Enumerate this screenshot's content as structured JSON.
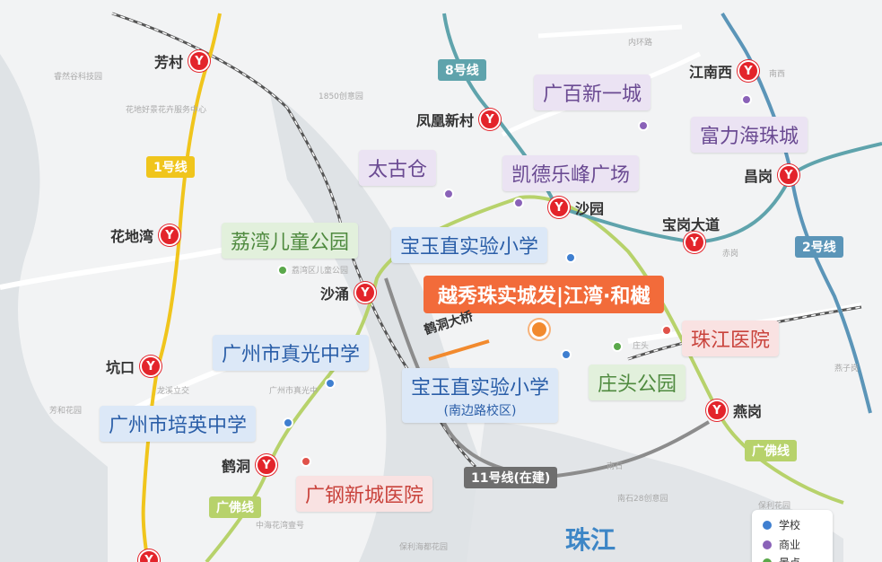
{
  "colors": {
    "line1": "#f0c51c",
    "line2": "#5b95b8",
    "line8": "#5fa3ac",
    "line11": "#8c8c8c",
    "guangfo": "#b7d26b",
    "school": "#3f7fd0",
    "shop": "#8a62b8",
    "park": "#5aa84a",
    "hospital": "#e0524a",
    "project": "#f26b3a",
    "river": "#3d86c6"
  },
  "stations": {
    "fangcun": "芳村",
    "huadiwan": "花地湾",
    "kengkou": "坑口",
    "hedong": "鹤洞",
    "shachong": "沙涌",
    "fenghuangxincun": "凤凰新村",
    "shayuan": "沙园",
    "jiangnanxi": "江南西",
    "changgang": "昌岗",
    "baogangdadao": "宝岗大道",
    "yangang": "燕岗"
  },
  "metro_icon": "metro-logo-icon",
  "lines": {
    "line1": "1号线",
    "line8": "8号线",
    "line2": "2号线",
    "guangfo_left": "广佛线",
    "guangfo_right": "广佛线",
    "line11": "11号线(在建)"
  },
  "pois": {
    "guangbai": "广百新一城",
    "fulihai": "富力海珠城",
    "taigucang": "太古仓",
    "kaide": "凯德乐峰广场",
    "liwan_park": "荔湾儿童公园",
    "baoyu_school": "宝玉直实验小学",
    "zhenguang": "广州市真光中学",
    "peiying": "广州市培英中学",
    "baoyu_nanbian": "宝玉直实验小学",
    "baoyu_nanbian_sub": "(南边路校区)",
    "zhuangtou": "庄头公园",
    "zhujiang_hospital": "珠江医院",
    "ganggang_hospital": "广钢新城医院"
  },
  "project": "越秀珠实城发|江湾·和樾",
  "bridge": "鹤洞大桥",
  "river": "珠江",
  "legend": {
    "school": "学校",
    "shop": "商业",
    "scenic": "景点"
  },
  "faint_labels": {
    "a": "睿然谷科技园",
    "b": "1850创意园",
    "c": "花地好景花卉服务中心",
    "d": "内环路",
    "e": "荔湾区儿童公园",
    "f": "龙溪立交",
    "g": "芳和花园",
    "h": "广州市真光中",
    "i": "中海花湾壹号",
    "j": "保利海都花园",
    "k": "南石28创意园",
    "l": "保利花园",
    "m": "燕子岗",
    "n": "庄头",
    "o": "南石",
    "p": "赤岗",
    "q": "南西"
  }
}
